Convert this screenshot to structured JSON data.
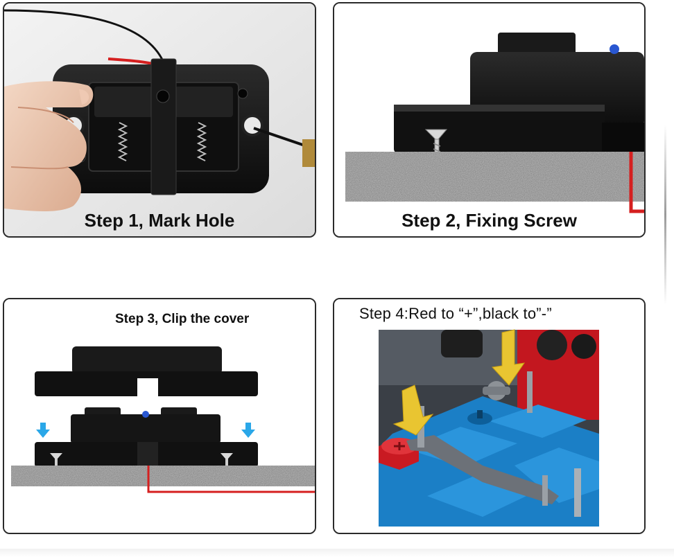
{
  "steps": [
    {
      "label": "Step 1,  Mark Hole"
    },
    {
      "label": "Step 2, Fixing Screw"
    },
    {
      "label": "Step 3, Clip the cover"
    },
    {
      "label": "Step 4:Red to “+”,black to”-”"
    }
  ],
  "colors": {
    "panel_border": "#2a2a2a",
    "housing_black": "#141414",
    "wire_red": "#d51f1f",
    "arrow_blue": "#2aa7e8",
    "arrow_yellow": "#e9c531",
    "battery_blue": "#1b7fc6",
    "terminal_red": "#c91a22",
    "carpet_grey": "#8c8c8c"
  },
  "icons": {
    "hand": "hand-icon",
    "screw": "screw-icon",
    "arrow_down": "arrow-down-icon",
    "battery": "battery-icon",
    "plus": "plus-icon",
    "minus": "minus-icon"
  }
}
